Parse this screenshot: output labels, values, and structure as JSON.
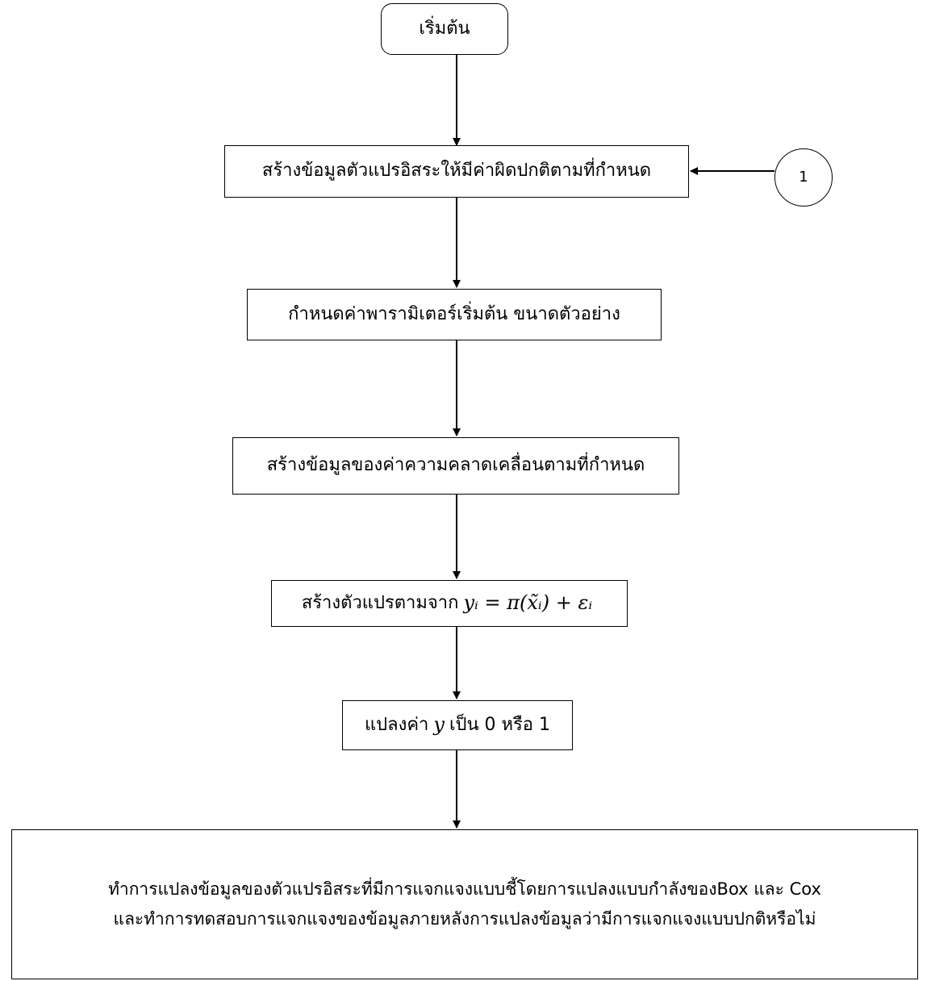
{
  "flowchart": {
    "start_label": "เริ่มต้น",
    "connector_label": "1",
    "step1": "สร้างข้อมูลตัวแปรอิสระให้มีค่าผิดปกติตามที่กำหนด",
    "step2": "กำหนดค่าพารามิเตอร์เริ่มต้น ขนาดตัวอย่าง",
    "step3": "สร้างข้อมูลของค่าความคลาดเคลื่อนตามที่กำหนด",
    "step4_text": "สร้างตัวแปรตามจาก",
    "step4_formula": "yᵢ = π(x̃ᵢ) + εᵢ",
    "step5_prefix": "แปลงค่า",
    "step5_var": "y",
    "step5_suffix": "เป็น 0 หรือ 1",
    "step6_line1": "ทำการแปลงข้อมูลของตัวแปรอิสระที่มีการแจกแจงแบบชี้โดยการแปลงแบบกำลังของBox และ Cox",
    "step6_line2": "และทำการทดสอบการแจกแจงของข้อมูลภายหลังการแปลงข้อมูลว่ามีการแจกแจงแบบปกติหรือไม่"
  }
}
